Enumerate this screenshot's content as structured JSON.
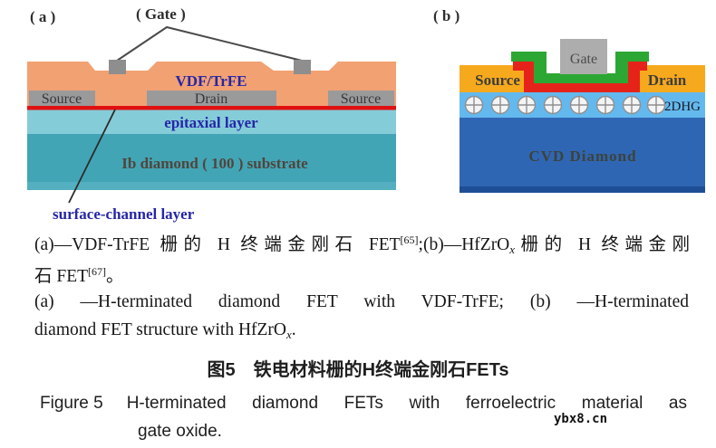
{
  "panel_a": {
    "label": "( a )",
    "gate_callout": "( Gate )",
    "ferroelectric_layer": "VDF/TrFE",
    "source_left": "Source",
    "drain": "Drain",
    "source_right": "Source",
    "epitaxial_layer": "epitaxial layer",
    "substrate": "Ib diamond ( 100 ) substrate",
    "surface_channel": "surface-channel layer"
  },
  "panel_b": {
    "label": "( b )",
    "gate": "Gate",
    "source": "Source",
    "drain": "Drain",
    "two_dhg": "2DHG",
    "substrate": "CVD Diamond"
  },
  "caption": {
    "zh_line1_a": "(a)—VDF-TrFE 栅的 H 终端金刚石 FET",
    "zh_line1_sup": "[65]",
    "zh_line1_b": ";(b)—HfZrO",
    "zh_line1_sub": "x",
    "zh_line1_c": "栅的 H 终端金刚",
    "zh_line2_a": "石 FET",
    "zh_line2_sup": "[67]",
    "zh_line2_b": "。",
    "en_line1": "(a) —H-terminated diamond FET with VDF-TrFE; (b) —H-terminated",
    "en_line2_a": "diamond FET structure with HfZrO",
    "en_line2_sub": "x",
    "en_line2_b": ".",
    "fig_title_zh": "图5　铁电材料栅的H终端金刚石FETs",
    "fig_label_en": "Figure 5",
    "fig_title_en": "H-terminated diamond FETs with ferroelectric material as",
    "fig_title_en2": "gate oxide.",
    "watermark": "ybx8.cn"
  },
  "colors": {
    "a_ferroelectric": "#F2A173",
    "a_electrode_gray": "#9A9A9A",
    "a_gate_gray": "#8E8E8E",
    "a_channel_red_line": "#E01010",
    "a_epitaxial_cyan": "#85CCD9",
    "a_substrate_teal": "#42A5B6",
    "a_blue_text": "#2626A8",
    "b_gate_gray": "#ADADAD",
    "b_oxide_green": "#2CA733",
    "b_oxide_red": "#E6231B",
    "b_electrode_amber": "#F6A91D",
    "b_2dhg_blue": "#63B9EE",
    "b_substrate_blue": "#2F66B4"
  }
}
